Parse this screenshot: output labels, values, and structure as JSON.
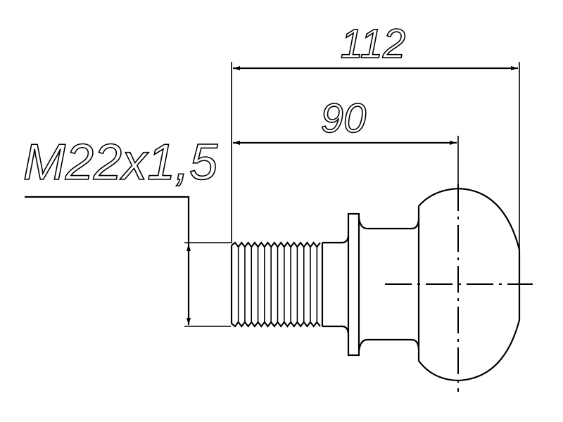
{
  "drawing": {
    "dimension_overall_length": "112",
    "dimension_to_head_center": "90",
    "thread_spec": "M22x1,5"
  },
  "colors": {
    "line": "#000000",
    "background": "#ffffff"
  }
}
